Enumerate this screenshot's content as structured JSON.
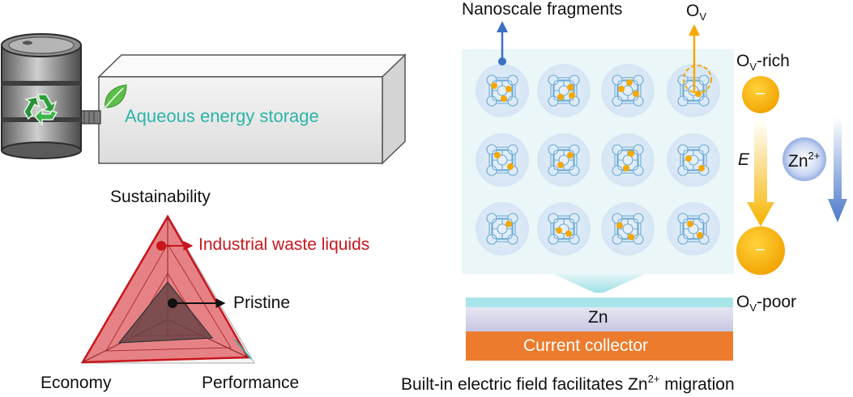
{
  "left_panel": {
    "storage_box_label": "Aqueous energy storage",
    "barrel_icon": "recycle-icon",
    "leaf_icon": "leaf-icon",
    "radar": {
      "axis_top": "Sustainability",
      "axis_left": "Economy",
      "axis_right": "Performance",
      "series": [
        {
          "name": "Industrial waste liquids",
          "color": "#c8161d"
        },
        {
          "name": "Pristine",
          "color": "#111111"
        }
      ]
    }
  },
  "right_panel": {
    "nanoscale_label": "Nanoscale fragments",
    "ov_symbol": "O",
    "ov_subscript": "V",
    "ov_rich_suffix": "-rich",
    "ov_poor_suffix": "-poor",
    "field_symbol": "E",
    "ion_symbol": "Zn",
    "ion_charge": "2+",
    "minus_sign": "–",
    "zn_layer_label": "Zn",
    "collector_label": "Current collector",
    "caption_prefix": "Built-in electric field facilitates Zn",
    "caption_superscript": "2+",
    "caption_suffix": " migration"
  },
  "colors": {
    "accent_teal": "#2bb5a8",
    "waste_red": "#c8161d",
    "vacancy_orange": "#f5a800",
    "collector_orange": "#ec7b2d",
    "arrow_blue": "#3a6fc4"
  }
}
